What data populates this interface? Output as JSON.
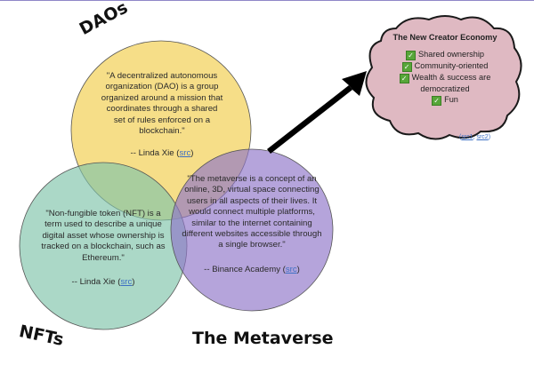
{
  "colors": {
    "dao_circle": "#f3d566",
    "nft_circle": "#7fc4aa",
    "metaverse_circle": "#8e75c9",
    "cloud_fill": "#dfb9c2",
    "cloud_stroke": "#1a1a1a",
    "arrow": "#000000",
    "link": "#3c6fc4",
    "check": "#57a639"
  },
  "labels": {
    "daos": "DAOs",
    "nfts": "NFTs",
    "metaverse": "The Metaverse"
  },
  "dao": {
    "quote": "\"A decentralized autonomous organization (DAO) is a group organized around a mission that coordinates through a shared set of rules enforced on a blockchain.\"",
    "cite_prefix": "-- Linda Xie (",
    "cite_link": "src",
    "cite_suffix": ")"
  },
  "nft": {
    "quote": "\"Non-fungible token (NFT) is a term used to describe a unique digital asset whose ownership is tracked on a blockchain, such as Ethereum.\"",
    "cite_prefix": "-- Linda Xie (",
    "cite_link": "src",
    "cite_suffix": ")"
  },
  "metaverse": {
    "quote": "\"The metaverse is a concept of an online, 3D, virtual space connecting users in all aspects of their lives. It would connect multiple platforms, similar to the internet containing different websites accessible through a single browser.\"",
    "cite_prefix": "-- Binance Academy (",
    "cite_link": "src",
    "cite_suffix": ")"
  },
  "creator_economy": {
    "title": "The New Creator Economy",
    "items": [
      {
        "label": "Shared ownership",
        "icon": "check-icon"
      },
      {
        "label": "Community-oriented",
        "icon": "check-icon"
      },
      {
        "label": "Wealth & success are democratized",
        "icon": "check-icon"
      },
      {
        "label": "Fun",
        "icon": "check-icon"
      }
    ],
    "sources": {
      "open": "(",
      "src1": "src1",
      "sep": ", ",
      "src2": "src2",
      "close": ")"
    }
  }
}
